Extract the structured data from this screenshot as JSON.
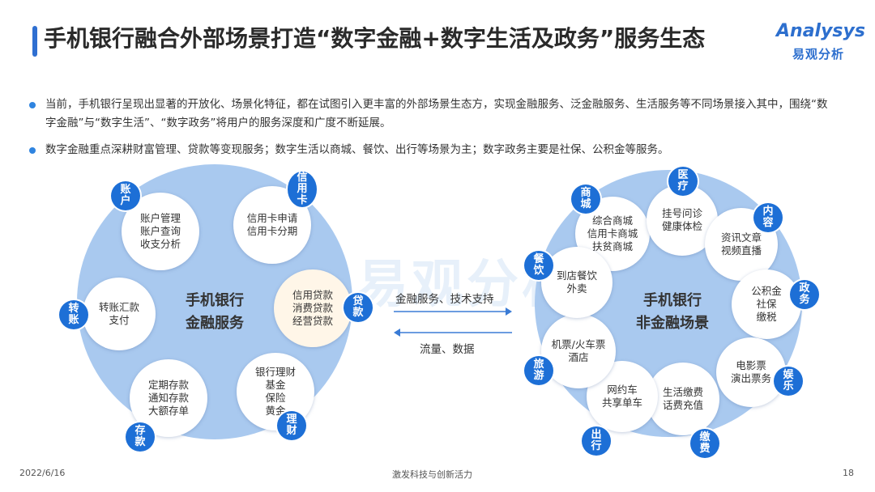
{
  "header": {
    "title": "手机银行融合外部场景打造“数字金融+数字生活及政务”服务生态",
    "logo_text": "Analysys",
    "logo_sub": "易观分析"
  },
  "bullets": [
    "当前，手机银行呈现出显著的开放化、场景化特征，都在试图引入更丰富的外部场景生态方，实现金融服务、泛金融服务、生活服务等不同场景接入其中，围绕“数字金融”与“数字生活”、“数字政务”将用户的服务深度和广度不断延展。",
    "数字金融重点深耕财富管理、贷款等变现服务；数字生活以商城、餐饮、出行等场景为主；数字政务主要是社保、公积金等服务。"
  ],
  "left": {
    "center": "手机银行\n金融服务",
    "nodes": [
      {
        "tag": "账\n户",
        "text": "账户管理\n账户查询\n收支分析"
      },
      {
        "tag": "信\n用\n卡",
        "text": "信用卡申请\n信用卡分期"
      },
      {
        "tag": "贷\n款",
        "text": "信用贷款\n消费贷款\n经营贷款"
      },
      {
        "tag": "理\n财",
        "text": "银行理财\n基金\n保险\n黄金"
      },
      {
        "tag": "存\n款",
        "text": "定期存款\n通知存款\n大额存单"
      },
      {
        "tag": "转\n账",
        "text": "转账汇款\n支付"
      }
    ]
  },
  "right": {
    "center": "手机银行\n非金融场景",
    "nodes": [
      {
        "tag": "商\n城",
        "text": "综合商城\n信用卡商城\n扶贫商城"
      },
      {
        "tag": "医\n疗",
        "text": "挂号问诊\n健康体检"
      },
      {
        "tag": "内\n容",
        "text": "资讯文章\n视频直播"
      },
      {
        "tag": "政\n务",
        "text": "公积金\n社保\n缴税"
      },
      {
        "tag": "娱\n乐",
        "text": "电影票\n演出票务"
      },
      {
        "tag": "缴\n费",
        "text": "生活缴费\n话费充值"
      },
      {
        "tag": "出\n行",
        "text": "网约车\n共享单车"
      },
      {
        "tag": "旅\n游",
        "text": "机票/火车票\n酒店"
      },
      {
        "tag": "餐\n饮",
        "text": "到店餐饮\n外卖"
      }
    ]
  },
  "arrows": {
    "top": "金融服务、技术支持",
    "bottom": "流量、数据"
  },
  "footer": {
    "date": "2022/6/16",
    "slogan": "激发科技与创新活力",
    "page": "18"
  },
  "watermark": "易观分析",
  "colors": {
    "accent": "#1d6fd6",
    "circle": "#a9c9ef"
  }
}
